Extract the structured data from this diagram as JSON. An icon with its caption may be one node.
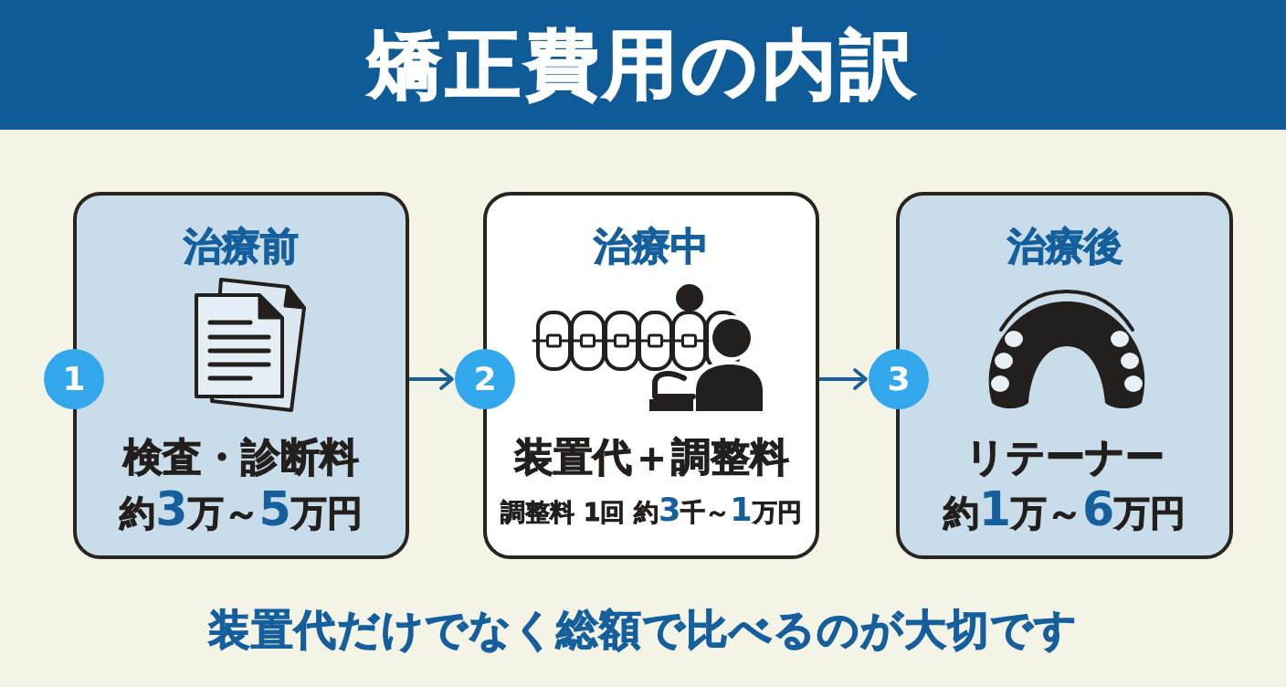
{
  "diagram": {
    "title": "矯正費用の内訳",
    "nodes": [
      {
        "text": [
          "治療前",
          "検査・診断料",
          "約**3**万～**5**万円"
        ]
      },
      {
        "text": [
          "1"
        ]
      },
      {
        "text": [
          "治療中",
          "装置代＋調整料",
          "調整料 1回 約**3**千～**1**万円"
        ]
      },
      {
        "text": [
          "2"
        ]
      },
      {
        "text": [
          "治療後",
          "リテーナー",
          "約**1**万～**6**万円"
        ]
      },
      {
        "text": [
          "3"
        ]
      }
    ],
    "edges": [
      {
        "from": 0,
        "to": 3,
        "arrow": "to"
      },
      {
        "from": 2,
        "to": 5,
        "arrow": "to"
      }
    ],
    "caption": "装置代だけでなく総額で比べるのが大切です"
  }
}
